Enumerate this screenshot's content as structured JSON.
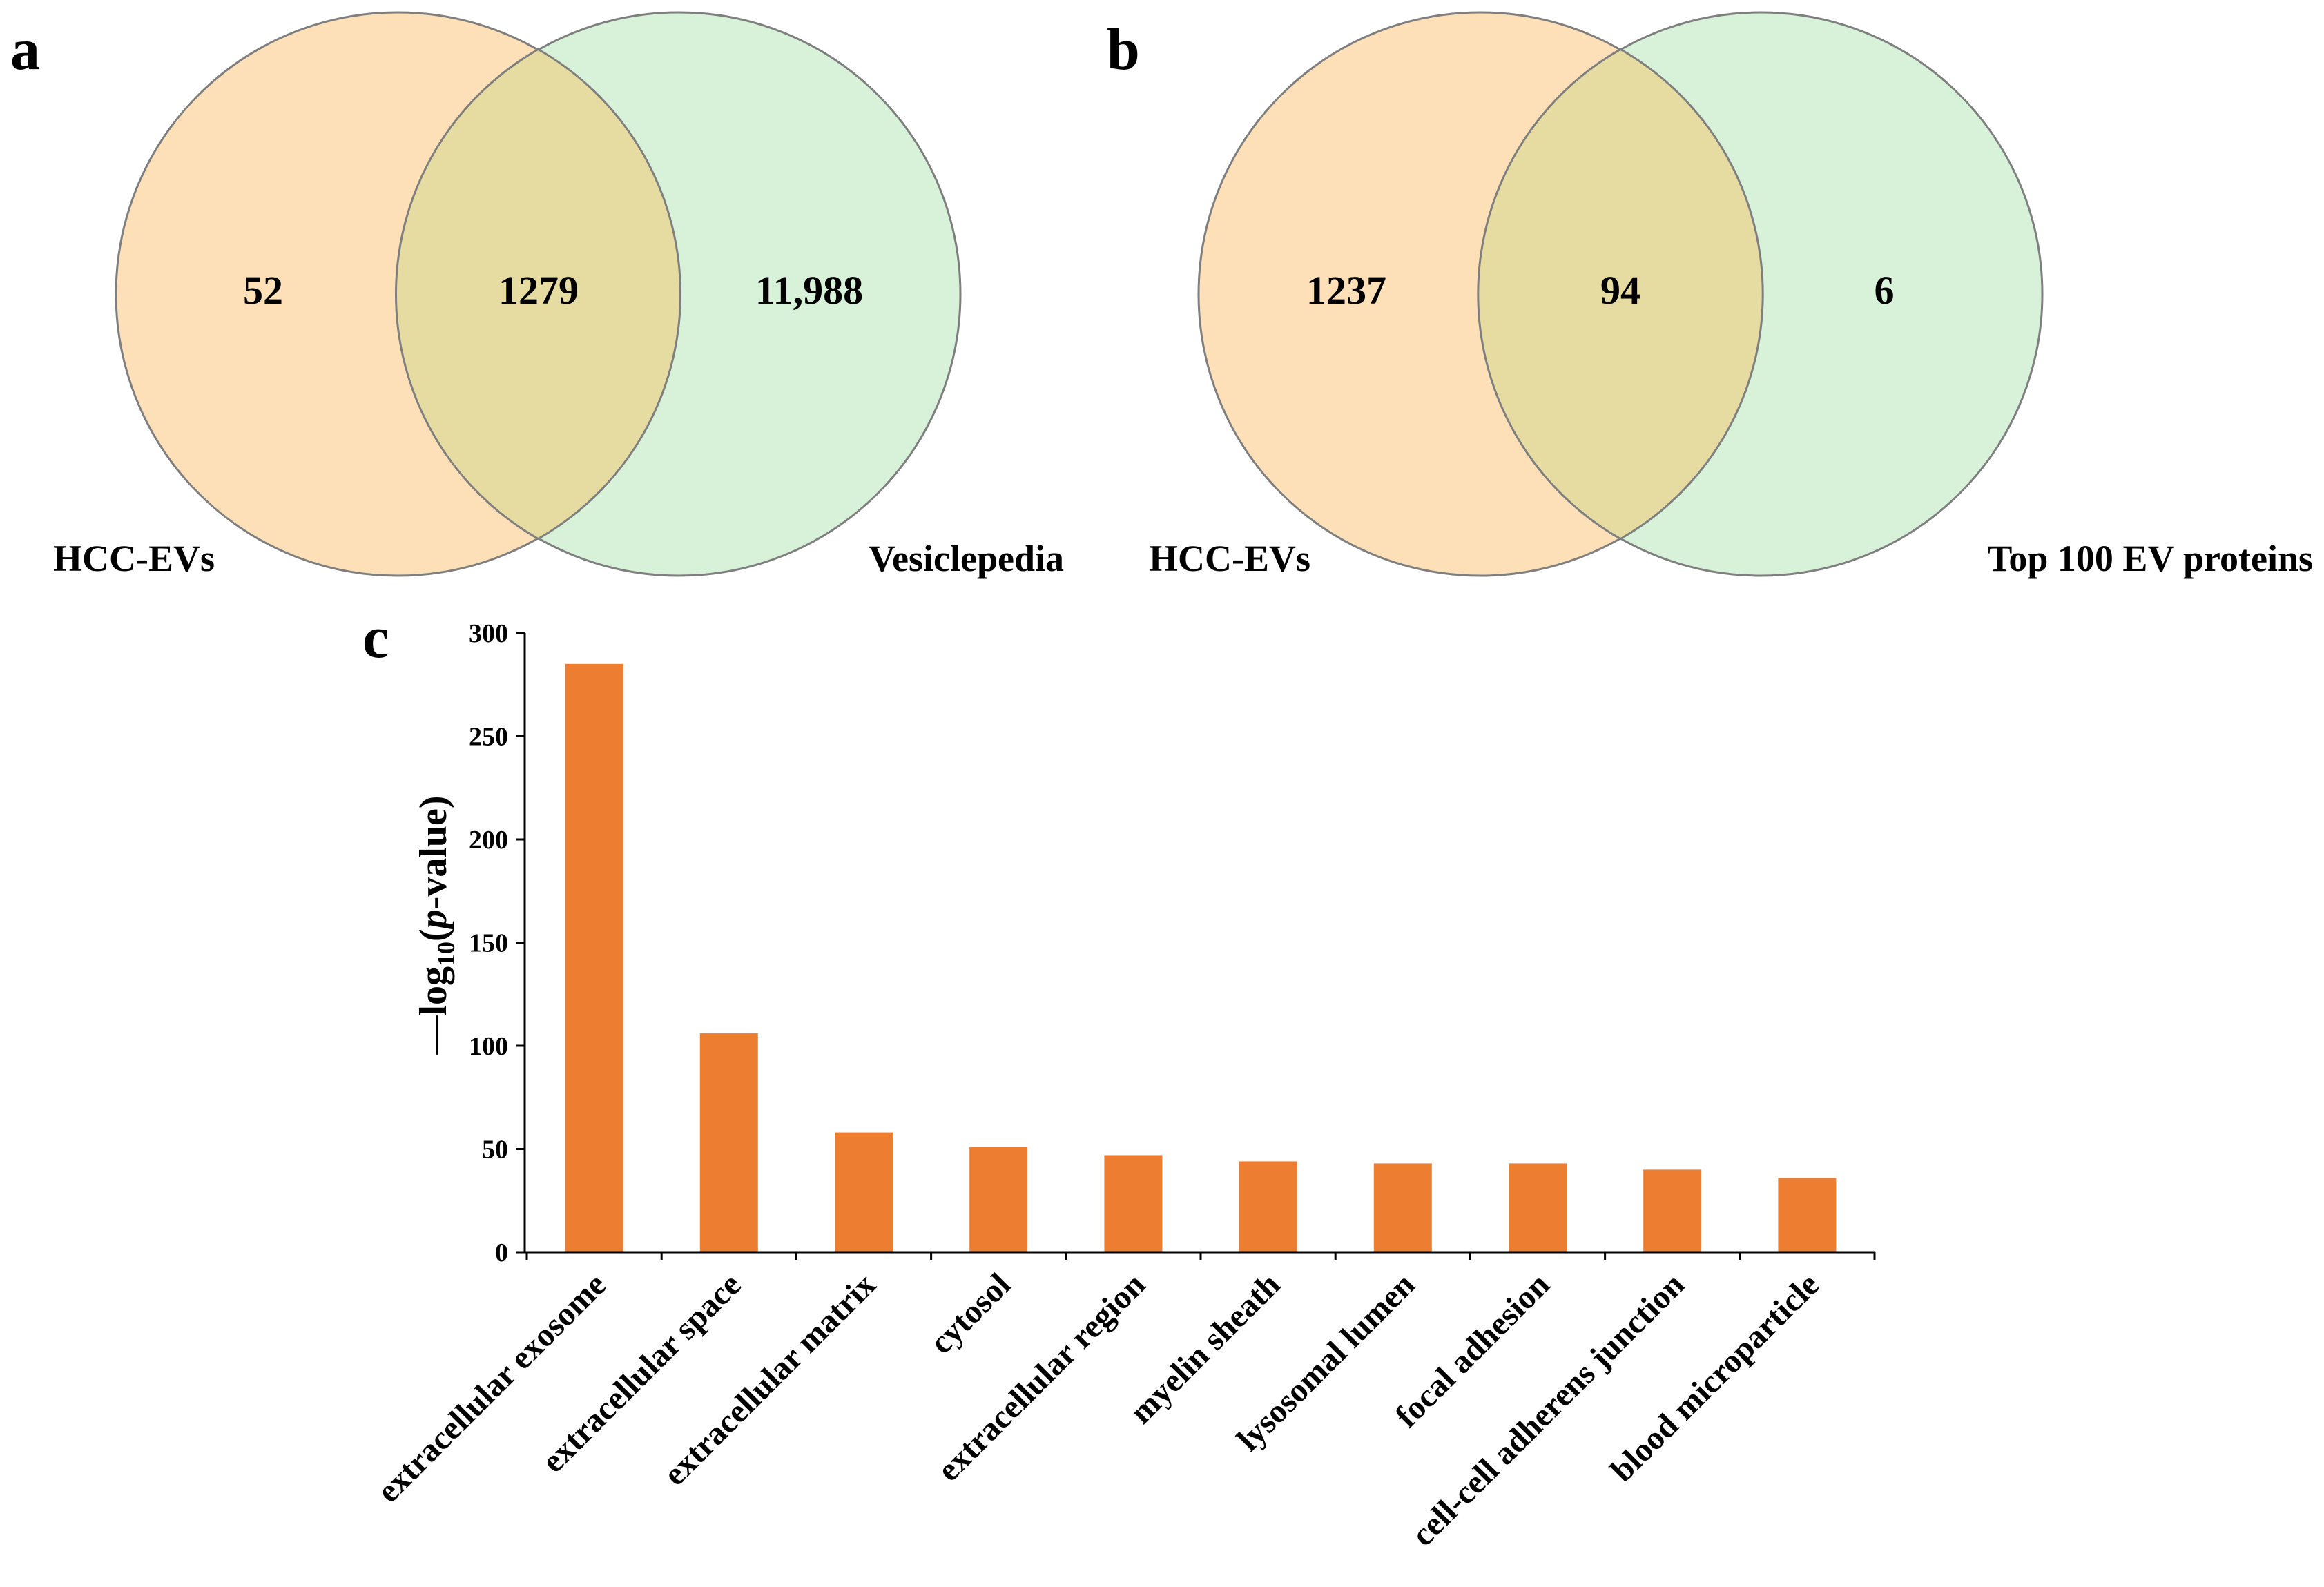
{
  "panels": {
    "a": {
      "letter": "a",
      "left_label": "HCC-EVs",
      "right_label": "Vesiclepedia",
      "left_only": "52",
      "overlap": "1279",
      "right_only": "11,988"
    },
    "b": {
      "letter": "b",
      "left_label": "HCC-EVs",
      "right_label": "Top 100 EV proteins",
      "left_only": "1237",
      "overlap": "94",
      "right_only": "6"
    },
    "c": {
      "letter": "c"
    }
  },
  "colors": {
    "venn_left": "#fde0b8",
    "venn_right": "#d7f2d9",
    "venn_overlap": "#e6dca2",
    "bar": "#ed7d31"
  },
  "chart_data": {
    "type": "bar",
    "ylabel_prefix": "—log",
    "ylabel_sub": "10",
    "ylabel_open": "(",
    "ylabel_italic": "p",
    "ylabel_rest": "-value)",
    "ylim": [
      0,
      300
    ],
    "yticks": [
      "0",
      "50",
      "100",
      "150",
      "200",
      "250",
      "300"
    ],
    "categories": [
      "extracellular exosome",
      "extracellular space",
      "extracellular matrix",
      "cytosol",
      "extracellular region",
      "myelin sheath",
      "lysosomal lumen",
      "focal adhesion",
      "cell-cell adherens junction",
      "blood microparticle"
    ],
    "values": [
      285,
      106,
      58,
      51,
      47,
      44,
      43,
      43,
      40,
      36
    ]
  }
}
